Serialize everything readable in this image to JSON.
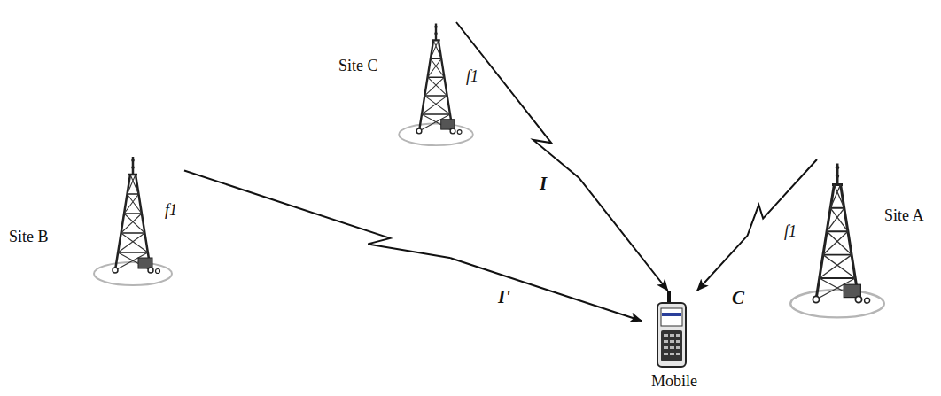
{
  "diagram": {
    "nodes": [
      {
        "text": [
          "Site C",
          "f1"
        ]
      },
      {
        "text": [
          "Site B",
          "f1"
        ]
      },
      {
        "text": [
          "Site A",
          "f1"
        ]
      },
      {
        "text": [
          "Mobile"
        ]
      }
    ],
    "edges": [
      {
        "from": 0,
        "to": 3,
        "arrow": "to",
        "label": "I"
      },
      {
        "from": 1,
        "to": 3,
        "arrow": "to",
        "label": "I'"
      },
      {
        "from": 2,
        "to": 3,
        "arrow": "to",
        "label": "C"
      }
    ]
  }
}
